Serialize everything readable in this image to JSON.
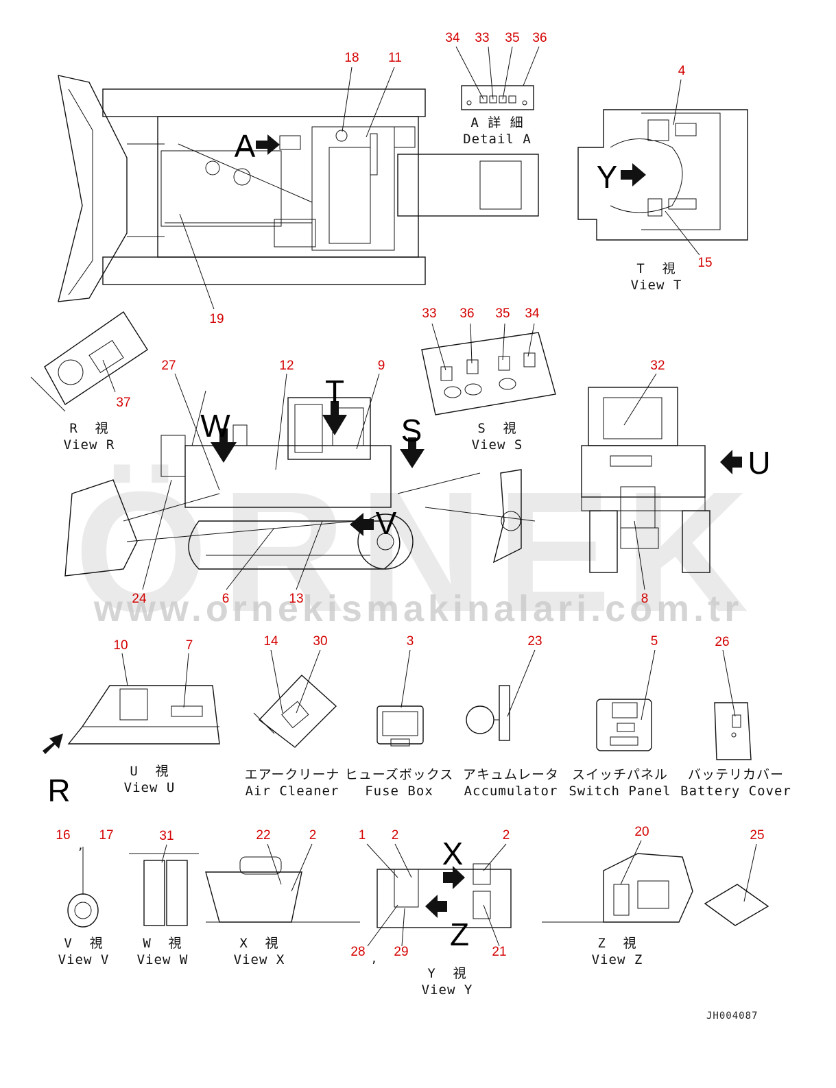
{
  "numbers": [
    {
      "id": "n34a",
      "text": "34"
    },
    {
      "id": "n33a",
      "text": "33"
    },
    {
      "id": "n35a",
      "text": "35"
    },
    {
      "id": "n36a",
      "text": "36"
    },
    {
      "id": "n18",
      "text": "18"
    },
    {
      "id": "n11",
      "text": "11"
    },
    {
      "id": "n4",
      "text": "4"
    },
    {
      "id": "n15",
      "text": "15"
    },
    {
      "id": "n19",
      "text": "19"
    },
    {
      "id": "n33b",
      "text": "33"
    },
    {
      "id": "n36b",
      "text": "36"
    },
    {
      "id": "n35b",
      "text": "35"
    },
    {
      "id": "n34b",
      "text": "34"
    },
    {
      "id": "n27",
      "text": "27"
    },
    {
      "id": "n12",
      "text": "12"
    },
    {
      "id": "n9",
      "text": "9"
    },
    {
      "id": "n32",
      "text": "32"
    },
    {
      "id": "n37",
      "text": "37"
    },
    {
      "id": "n24",
      "text": "24"
    },
    {
      "id": "n6",
      "text": "6"
    },
    {
      "id": "n13",
      "text": "13"
    },
    {
      "id": "n8",
      "text": "8"
    },
    {
      "id": "n10",
      "text": "10"
    },
    {
      "id": "n7",
      "text": "7"
    },
    {
      "id": "n14",
      "text": "14"
    },
    {
      "id": "n30",
      "text": "30"
    },
    {
      "id": "n3",
      "text": "3"
    },
    {
      "id": "n23",
      "text": "23"
    },
    {
      "id": "n5",
      "text": "5"
    },
    {
      "id": "n26",
      "text": "26"
    },
    {
      "id": "n16",
      "text": "16"
    },
    {
      "id": "n17",
      "text": "17"
    },
    {
      "id": "n31",
      "text": "31"
    },
    {
      "id": "n22",
      "text": "22"
    },
    {
      "id": "n2a",
      "text": "2"
    },
    {
      "id": "n1",
      "text": "1"
    },
    {
      "id": "n2b",
      "text": "2"
    },
    {
      "id": "n2c",
      "text": "2"
    },
    {
      "id": "n20",
      "text": "20"
    },
    {
      "id": "n25",
      "text": "25"
    },
    {
      "id": "n28",
      "text": "28"
    },
    {
      "id": "n29",
      "text": "29"
    },
    {
      "id": "n21",
      "text": "21"
    }
  ],
  "view_letters": [
    {
      "id": "A",
      "text": "A"
    },
    {
      "id": "Y",
      "text": "Y"
    },
    {
      "id": "W",
      "text": "W"
    },
    {
      "id": "T",
      "text": "T"
    },
    {
      "id": "S",
      "text": "S"
    },
    {
      "id": "U",
      "text": "U"
    },
    {
      "id": "V",
      "text": "V"
    },
    {
      "id": "R",
      "text": "R"
    },
    {
      "id": "X",
      "text": "X"
    },
    {
      "id": "Z",
      "text": "Z"
    }
  ],
  "captions": [
    {
      "id": "detailA",
      "text": "A 詳 細\nDetail A"
    },
    {
      "id": "viewT",
      "text": "T  視\nView T"
    },
    {
      "id": "viewR",
      "text": "R  視\nView R"
    },
    {
      "id": "viewS",
      "text": "S  視\nView S"
    },
    {
      "id": "viewU",
      "text": "U  視\nView U"
    },
    {
      "id": "airCleaner",
      "text": "エアークリーナ\nAir Cleaner"
    },
    {
      "id": "fuseBox",
      "text": "ヒューズボックス\nFuse Box"
    },
    {
      "id": "accumulator",
      "text": "アキュムレータ\nAccumulator"
    },
    {
      "id": "switchPanel",
      "text": "スイッチパネル\nSwitch Panel"
    },
    {
      "id": "batteryCover",
      "text": "バッテリカバー\nBattery Cover"
    },
    {
      "id": "viewV",
      "text": "V  視\nView V"
    },
    {
      "id": "viewW",
      "text": "W  視\nView W"
    },
    {
      "id": "viewX",
      "text": "X  視\nView X"
    },
    {
      "id": "viewY",
      "text": "Y  視\nView Y"
    },
    {
      "id": "viewZ",
      "text": "Z  視\nView Z"
    }
  ],
  "commas": [
    {
      "id": "c1",
      "text": ","
    },
    {
      "id": "c2",
      "text": ","
    }
  ],
  "watermark": {
    "brand": "ÖRNEK",
    "url": "www.ornekismakinalari.com.tr"
  },
  "drawing_code": "JH004087",
  "colors": {
    "callout": "#d40000",
    "line": "#111111",
    "watermark": "#d9d9d9"
  }
}
